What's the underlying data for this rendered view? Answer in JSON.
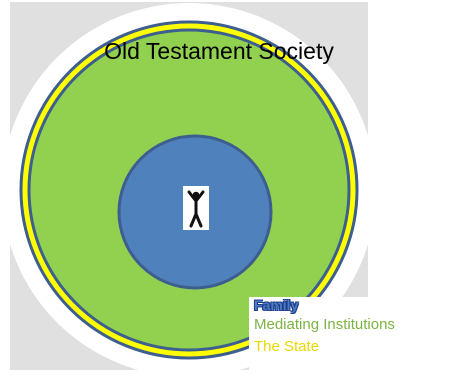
{
  "title": "Old Testament Society",
  "colors": {
    "background_square": "#e0e0e0",
    "outer_glow": "#ffffff",
    "state_ring": "#ffff00",
    "ring_border": "#3c5f8f",
    "mediating_institutions": "#92d050",
    "family": "#4f81bd"
  },
  "center": {
    "icon": "person-arms-raised-icon"
  },
  "legend": {
    "family": "Family",
    "mediating": "Mediating Institutions",
    "state": "The State"
  }
}
